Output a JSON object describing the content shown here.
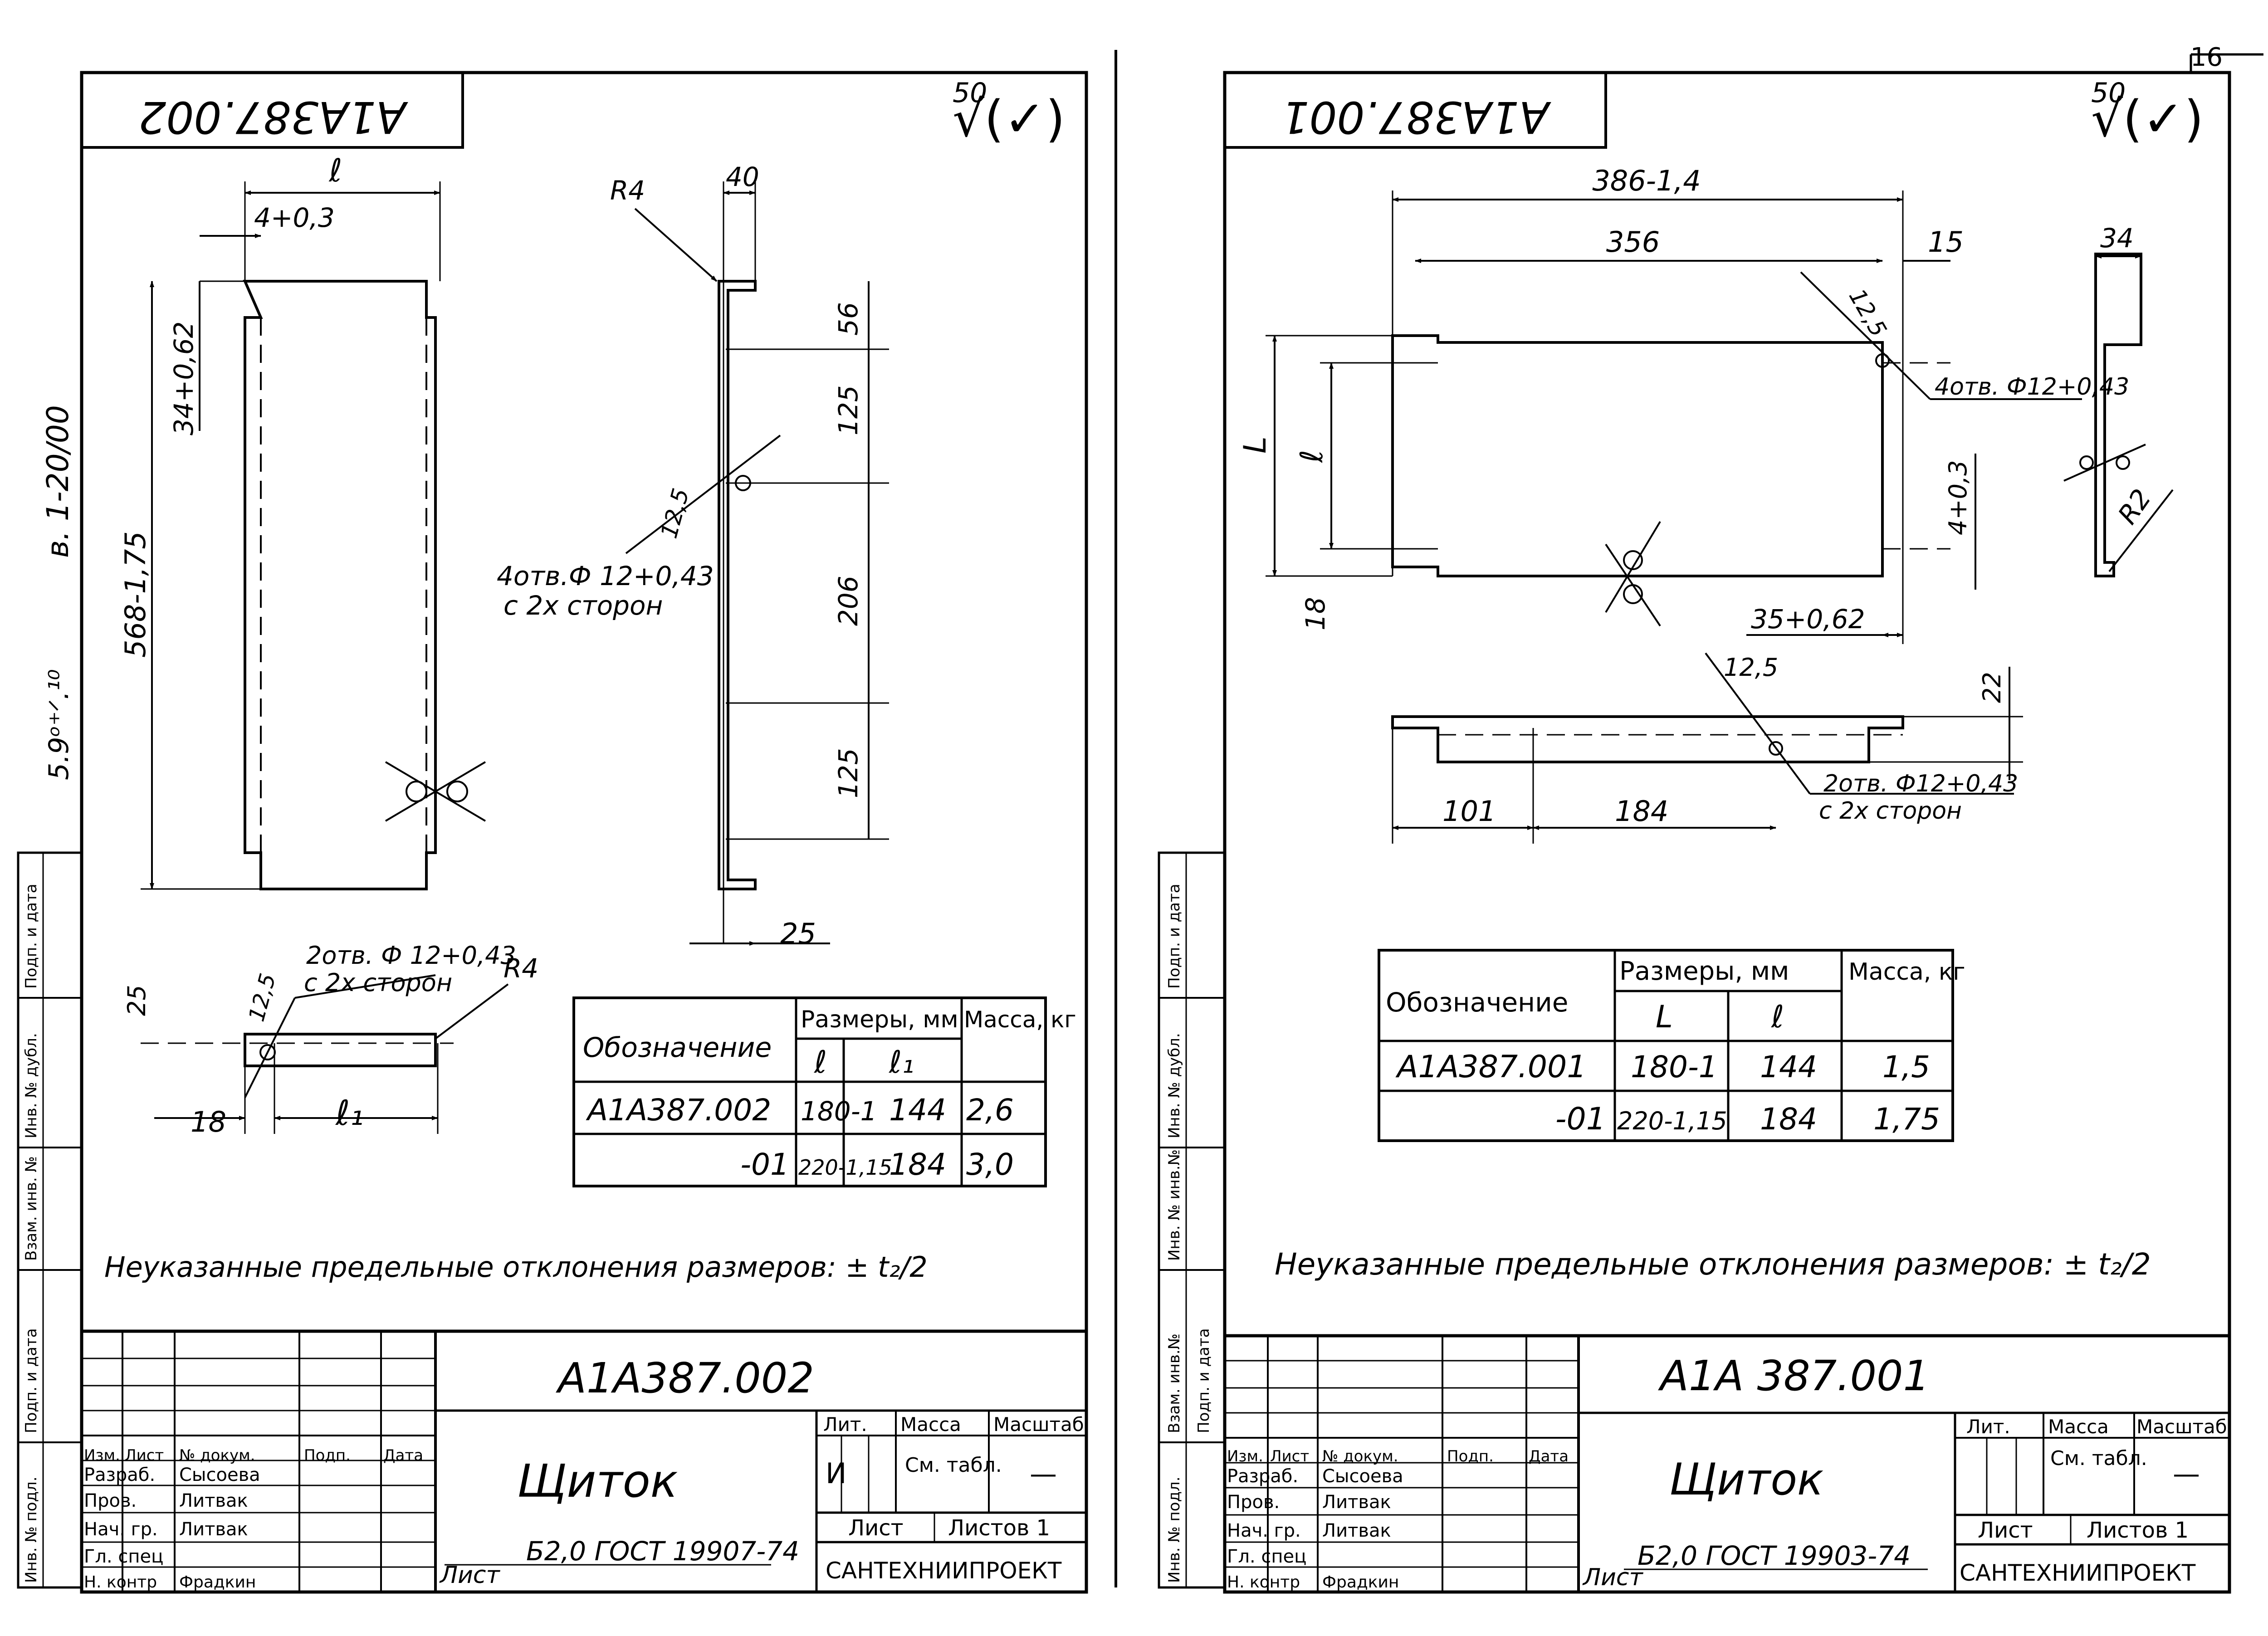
{
  "page_number": "16",
  "left_margin": {
    "series": "в. 1-20/00",
    "code": "5.9ᵒ⁺ᐟ.¹⁰",
    "stamps": [
      "Подп. и дата",
      "Инв. № дубл.",
      "Взам. инв. №",
      "Подп. и дата",
      "Инв. № подл."
    ]
  },
  "right_gutter_stamps": [
    "Подп. и дата",
    "Инв. № дубл.",
    "Инв. № инв.№",
    "Взам. инв.№",
    "Подп. и дата",
    "Инв. № подл."
  ],
  "sheets": [
    {
      "id": "left",
      "mirrored_code": "А1А387.002",
      "roughness_value": "50",
      "roughness_symbol": "√(✓)",
      "dims": {
        "top_width": "ℓ",
        "notch_w": "4+0,3",
        "notch_h": "34+0,62",
        "total_length": "568-1,75",
        "side_flange": "40",
        "radius": "R4",
        "d1": "56",
        "d2": "125",
        "d3": "206",
        "d4": "125",
        "bottom_flange": "25",
        "hole_note_1": "4отв.Ф 12+0,43",
        "hole_note_2": "с 2х сторон",
        "hole_chamfer": "12,5",
        "bottom_left_25": "25",
        "bottom_left_chamfer": "12,5",
        "bottom_hole_1": "2отв. Ф 12+0,43",
        "bottom_hole_2": "с 2х сторон",
        "bottom_radius": "R4",
        "bottom_18": "18",
        "bottom_l1": "ℓ₁"
      },
      "table": {
        "col_designation": "Обозначение",
        "col_sizes": "Размеры, мм",
        "col_l": "ℓ",
        "col_l1": "ℓ₁",
        "col_mass": "Масса, кг",
        "rows": [
          {
            "designation": "А1А387.002",
            "l": "180-1",
            "l1": "144",
            "mass": "2,6"
          },
          {
            "designation": "-01",
            "l": "220-1,15",
            "l1": "184",
            "mass": "3,0"
          }
        ]
      },
      "note": "Неуказанные предельные отклонения размеров: ± t₂/2",
      "title_block": {
        "designation": "А1А387.002",
        "name": "Щиток",
        "headers": {
          "izm": "Изм.",
          "list": "Лист",
          "doc": "№ докум.",
          "podp": "Подп.",
          "date": "Дата"
        },
        "roles": [
          {
            "role": "Разраб.",
            "name": "Сысоева"
          },
          {
            "role": "Пров.",
            "name": "Литвак"
          },
          {
            "role": "Нач. гр.",
            "name": "Литвак"
          },
          {
            "role": "Гл. спец",
            "name": ""
          },
          {
            "role": "Н. контр",
            "name": "Фрадкин"
          }
        ],
        "lit": "Лит.",
        "lit_value": "И",
        "mass": "Масса",
        "mass_value": "См. табл.",
        "scale": "Масштаб",
        "scale_value": "—",
        "sheet": "Лист",
        "sheets": "Листов 1",
        "material": "Б2,0 ГОСТ 19907-74",
        "material_prefix": "Лист",
        "org": "САНТЕХНИИПРОЕКТ"
      }
    },
    {
      "id": "right",
      "mirrored_code": "А1А387.001",
      "roughness_value": "50",
      "roughness_symbol": "√(✓)",
      "dims": {
        "overall": "386-1,4",
        "inner": "356",
        "flange_15": "15",
        "side_34": "34",
        "chamfer_top": "12,5",
        "hole_note": "4отв. Ф12+0,43",
        "height_L": "L",
        "height_l": "ℓ",
        "dim_18": "18",
        "notch_h": "4+0,3",
        "notch_w": "35+0,62",
        "radius": "R2",
        "chamfer_side": "12,5",
        "dim_22": "22",
        "dim_101": "101",
        "dim_184": "184",
        "bottom_hole_1": "2отв. Ф12+0,43",
        "bottom_hole_2": "с 2х сторон"
      },
      "table": {
        "col_designation": "Обозначение",
        "col_sizes": "Размеры, мм",
        "col_L": "L",
        "col_l": "ℓ",
        "col_mass": "Масса, кг",
        "rows": [
          {
            "designation": "А1А387.001",
            "L": "180-1",
            "l": "144",
            "mass": "1,5"
          },
          {
            "designation": "-01",
            "L": "220-1,15",
            "l": "184",
            "mass": "1,75"
          }
        ]
      },
      "note": "Неуказанные предельные отклонения размеров: ± t₂/2",
      "title_block": {
        "designation": "А1А 387.001",
        "name": "Щиток",
        "headers": {
          "izm": "Изм.",
          "list": "Лист",
          "doc": "№ докум.",
          "podp": "Подп.",
          "date": "Дата"
        },
        "roles": [
          {
            "role": "Разраб.",
            "name": "Сысоева"
          },
          {
            "role": "Пров.",
            "name": "Литвак"
          },
          {
            "role": "Нач. гр.",
            "name": "Литвак"
          },
          {
            "role": "Гл. спец",
            "name": ""
          },
          {
            "role": "Н. контр",
            "name": "Фрадкин"
          }
        ],
        "lit": "Лит.",
        "lit_value": "",
        "mass": "Масса",
        "mass_value": "См. табл.",
        "scale": "Масштаб",
        "scale_value": "—",
        "sheet": "Лист",
        "sheets": "Листов 1",
        "material": "Б2,0 ГОСТ 19903-74",
        "material_prefix": "Лист",
        "org": "САНТЕХНИИПРОЕКТ"
      }
    }
  ]
}
